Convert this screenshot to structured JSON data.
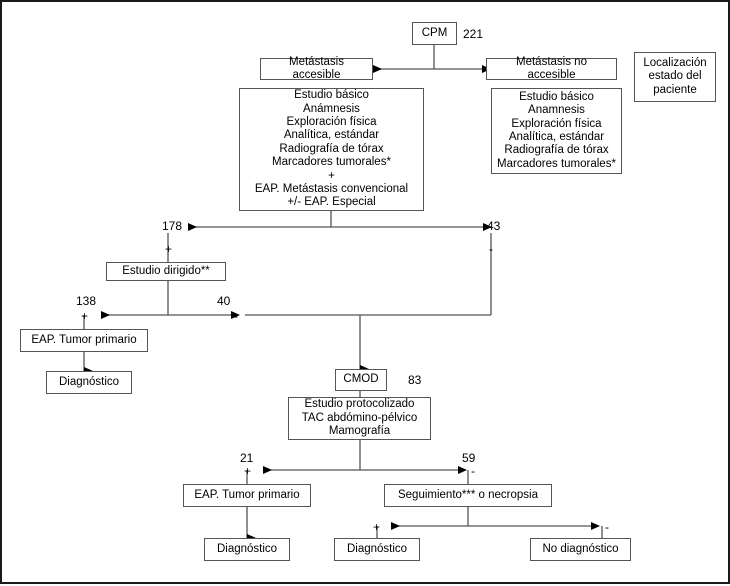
{
  "diagram": {
    "title": "CPM diagnostic algorithm flowchart",
    "boxes": {
      "cpm": "CPM",
      "metastasis_accesible": "Metástasis accesible",
      "metastasis_no_accesible": "Metástasis no accesible",
      "localizacion": "Localización\nestado del\npaciente",
      "estudio_basico_left": "Estudio básico\nAnámnesis\nExploración física\nAnalítica, estándar\nRadiografía de tórax\nMarcadores tumorales*\n+\nEAP. Metástasis convencional\n+/- EAP. Especial",
      "estudio_basico_right": "Estudio básico\nAnamnesis\nExploración física\nAnalítica, estándar\nRadiografía de tórax\nMarcadores tumorales*",
      "estudio_dirigido": "Estudio dirigido**",
      "eap_tumor_primario_left": "EAP. Tumor primario",
      "diagnostico_left": "Diagnóstico",
      "cmod": "CMOD",
      "estudio_protocolizado": "Estudio protocolizado\nTAC abdómino-pélvico\nMamografía",
      "eap_tumor_primario_bottom": "EAP. Tumor primario",
      "seguimiento": "Seguimiento*** o necropsia",
      "diagnostico_bottom_left": "Diagnóstico",
      "diagnostico_bottom_mid": "Diagnóstico",
      "no_diagnostico": "No diagnóstico"
    },
    "counts": {
      "cpm_total": "221",
      "accesible_positive": "178",
      "accesible_negative": "43",
      "dirigido_positive": "138",
      "dirigido_negative": "40",
      "cmod_total": "83",
      "cmod_positive": "21",
      "cmod_negative": "59"
    },
    "signs": {
      "plus": "+",
      "minus": "-"
    },
    "colors": {
      "frame": "#1a1a1a",
      "box_border": "#555555",
      "wire": "#555555",
      "arrow": "#000000",
      "text": "#000000",
      "background": "#ffffff"
    }
  }
}
